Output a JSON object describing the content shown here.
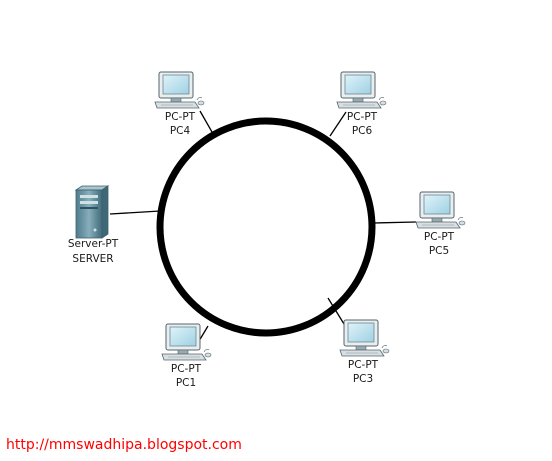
{
  "nodes": [
    {
      "id": "server",
      "icon": "server-icon",
      "type_label": "Server-PT",
      "name_label": "SERVER"
    },
    {
      "id": "pc4",
      "icon": "pc-icon",
      "type_label": "PC-PT",
      "name_label": "PC4"
    },
    {
      "id": "pc6",
      "icon": "pc-icon",
      "type_label": "PC-PT",
      "name_label": "PC6"
    },
    {
      "id": "pc5",
      "icon": "pc-icon",
      "type_label": "PC-PT",
      "name_label": "PC5"
    },
    {
      "id": "pc3",
      "icon": "pc-icon",
      "type_label": "PC-PT",
      "name_label": "PC3"
    },
    {
      "id": "pc1",
      "icon": "pc-icon",
      "type_label": "PC-PT",
      "name_label": "PC1"
    }
  ],
  "links": [
    {
      "from": "ring",
      "to": "server"
    },
    {
      "from": "ring",
      "to": "pc4"
    },
    {
      "from": "ring",
      "to": "pc6"
    },
    {
      "from": "ring",
      "to": "pc5"
    },
    {
      "from": "ring",
      "to": "pc3"
    },
    {
      "from": "ring",
      "to": "pc1"
    }
  ],
  "watermark": "http://mmswadhipa.blogspot.com",
  "colors": {
    "ring": "#000000",
    "link": "#000000",
    "pc_screen": "#b9e0ee",
    "pc_body": "#8fa4ac",
    "server_body": "#5f8a99",
    "watermark": "#ff0000"
  }
}
